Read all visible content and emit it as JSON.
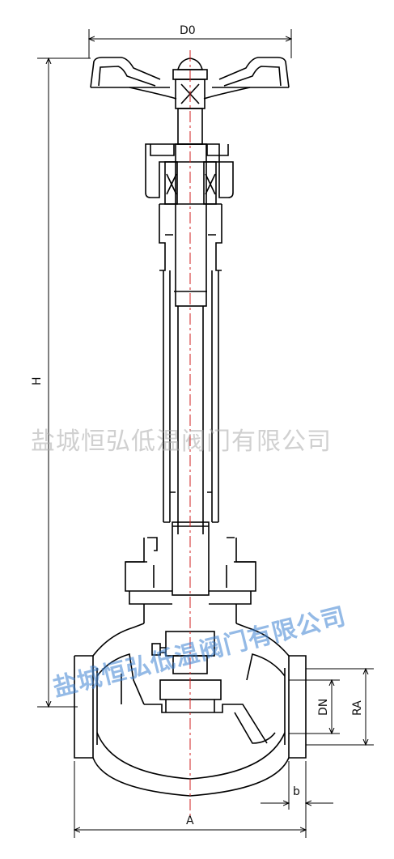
{
  "dimensions": {
    "top_width": "D0",
    "height": "H",
    "nominal_diameter": "DN",
    "outer_diameter": "RA",
    "flange_thickness": "b",
    "length": "A"
  },
  "watermarks": {
    "gray": "盐城恒弘低温阀门有限公司",
    "blue": "盐城恒弘低温阀门有限公司"
  },
  "colors": {
    "line": "#000000",
    "centerline": "#d12020",
    "watermark_gray": "#aaaaaa",
    "watermark_blue": "#3c82d2"
  }
}
